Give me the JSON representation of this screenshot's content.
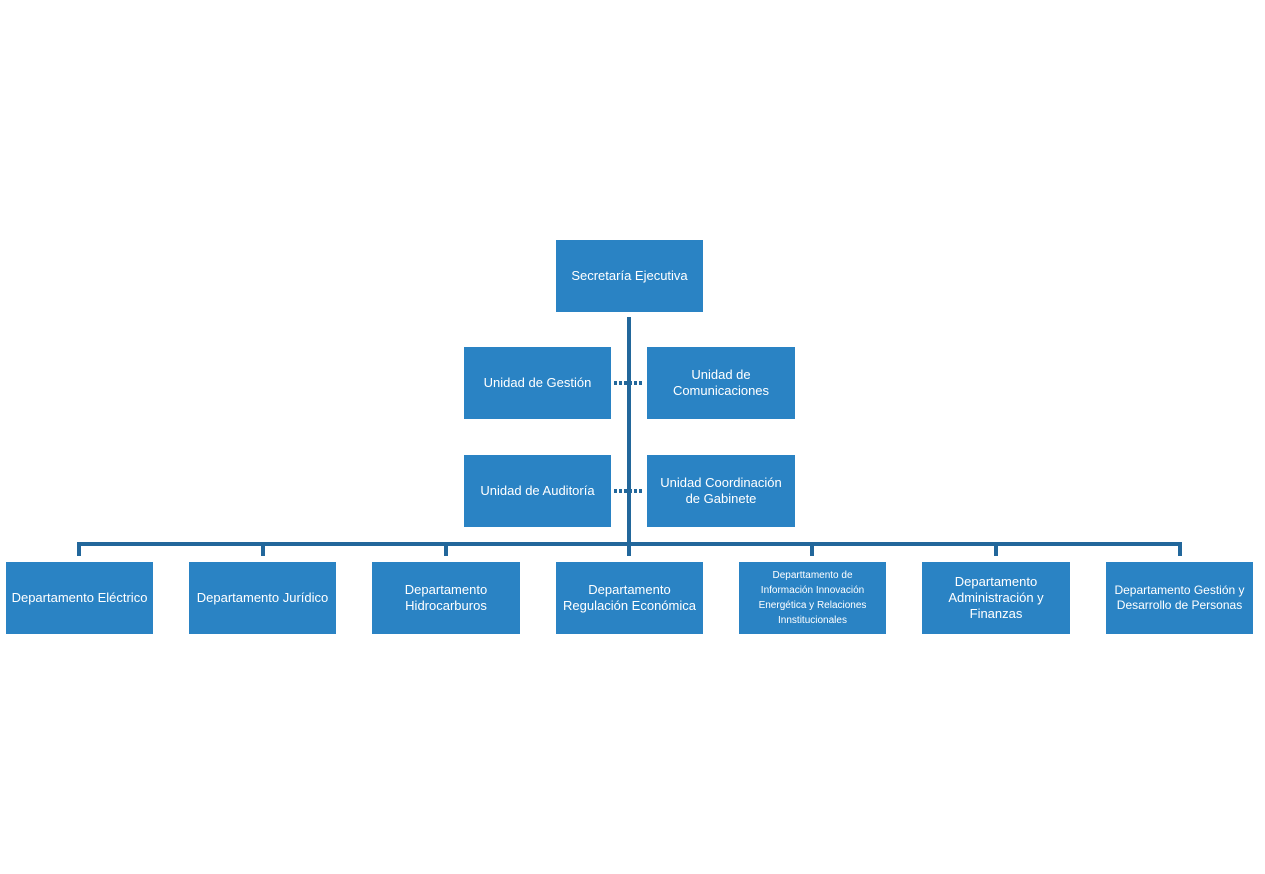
{
  "top": {
    "label": "Secretaría Ejecutiva"
  },
  "units": {
    "gestion": "Unidad de Gestión",
    "comunicaciones": "Unidad de Comunicaciones",
    "auditoria": "Unidad de Auditoría",
    "gabinete": "Unidad Coordinación de Gabinete"
  },
  "departments": [
    "Departamento Eléctrico",
    "Departamento Jurídico",
    "Departamento Hidrocarburos",
    "Departamento Regulación Económica",
    "Departtamento de Información Innovación Energética y Relaciones Innstitucionales",
    "Departamento Administración y Finanzas",
    "Departamento  Gestión y Desarrollo de  Personas"
  ],
  "colors": {
    "box_fill": "#2a83c4",
    "connector": "#22679b",
    "text": "#ffffff"
  }
}
